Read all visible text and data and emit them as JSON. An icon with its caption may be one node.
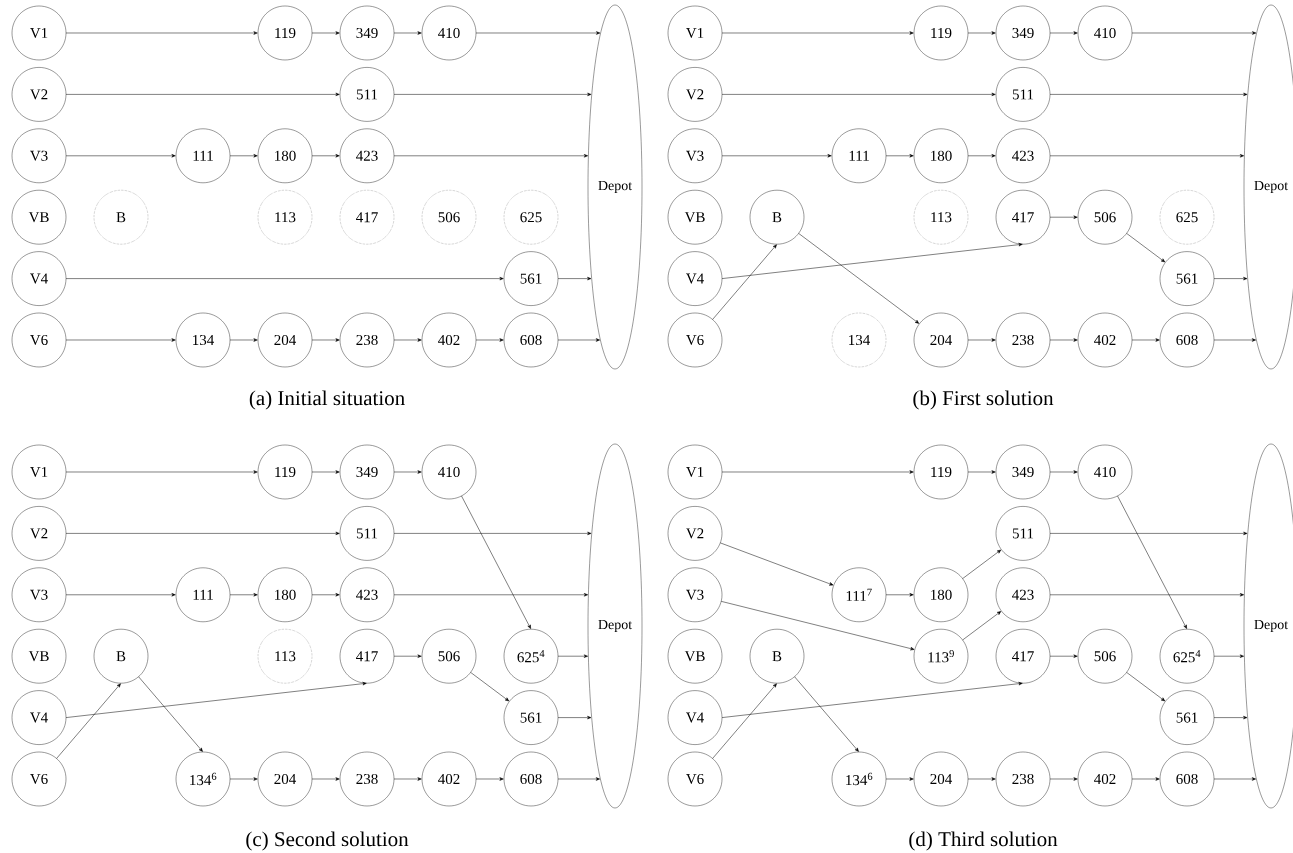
{
  "diagram": {
    "nodes": [
      {
        "text": [
          "V1"
        ]
      },
      {
        "text": [
          "119"
        ]
      },
      {
        "text": [
          "349"
        ]
      },
      {
        "text": [
          "410"
        ]
      },
      {
        "text": [
          "V2"
        ]
      },
      {
        "text": [
          "511"
        ]
      },
      {
        "text": [
          "V3"
        ]
      },
      {
        "text": [
          "111"
        ]
      },
      {
        "text": [
          "180"
        ]
      },
      {
        "text": [
          "423"
        ]
      },
      {
        "text": [
          "VB"
        ]
      },
      {
        "text": [
          "B"
        ]
      },
      {
        "text": [
          "113"
        ]
      },
      {
        "text": [
          "417"
        ]
      },
      {
        "text": [
          "506"
        ]
      },
      {
        "text": [
          "625"
        ]
      },
      {
        "text": [
          "V4"
        ]
      },
      {
        "text": [
          "561"
        ]
      },
      {
        "text": [
          "V6"
        ]
      },
      {
        "text": [
          "134"
        ]
      },
      {
        "text": [
          "204"
        ]
      },
      {
        "text": [
          "238"
        ]
      },
      {
        "text": [
          "402"
        ]
      },
      {
        "text": [
          "608"
        ]
      },
      {
        "text": [
          "Depot"
        ]
      },
      {
        "text": [
          "V1"
        ]
      },
      {
        "text": [
          "119"
        ]
      },
      {
        "text": [
          "349"
        ]
      },
      {
        "text": [
          "410"
        ]
      },
      {
        "text": [
          "V2"
        ]
      },
      {
        "text": [
          "511"
        ]
      },
      {
        "text": [
          "V3"
        ]
      },
      {
        "text": [
          "111"
        ]
      },
      {
        "text": [
          "180"
        ]
      },
      {
        "text": [
          "423"
        ]
      },
      {
        "text": [
          "VB"
        ]
      },
      {
        "text": [
          "B"
        ]
      },
      {
        "text": [
          "113"
        ]
      },
      {
        "text": [
          "417"
        ]
      },
      {
        "text": [
          "506"
        ]
      },
      {
        "text": [
          "625"
        ]
      },
      {
        "text": [
          "V4"
        ]
      },
      {
        "text": [
          "561"
        ]
      },
      {
        "text": [
          "V6"
        ]
      },
      {
        "text": [
          "134"
        ]
      },
      {
        "text": [
          "204"
        ]
      },
      {
        "text": [
          "238"
        ]
      },
      {
        "text": [
          "402"
        ]
      },
      {
        "text": [
          "608"
        ]
      },
      {
        "text": [
          "Depot"
        ]
      },
      {
        "text": [
          "V1"
        ]
      },
      {
        "text": [
          "119"
        ]
      },
      {
        "text": [
          "349"
        ]
      },
      {
        "text": [
          "410"
        ]
      },
      {
        "text": [
          "V2"
        ]
      },
      {
        "text": [
          "511"
        ]
      },
      {
        "text": [
          "V3"
        ]
      },
      {
        "text": [
          "111"
        ]
      },
      {
        "text": [
          "180"
        ]
      },
      {
        "text": [
          "423"
        ]
      },
      {
        "text": [
          "VB"
        ]
      },
      {
        "text": [
          "B"
        ]
      },
      {
        "text": [
          "113"
        ]
      },
      {
        "text": [
          "417"
        ]
      },
      {
        "text": [
          "506"
        ]
      },
      {
        "text": [
          "625$^{4}$"
        ]
      },
      {
        "text": [
          "V4"
        ]
      },
      {
        "text": [
          "561"
        ]
      },
      {
        "text": [
          "V6"
        ]
      },
      {
        "text": [
          "134$^{6}$"
        ]
      },
      {
        "text": [
          "204"
        ]
      },
      {
        "text": [
          "238"
        ]
      },
      {
        "text": [
          "402"
        ]
      },
      {
        "text": [
          "608"
        ]
      },
      {
        "text": [
          "Depot"
        ]
      },
      {
        "text": [
          "V1"
        ]
      },
      {
        "text": [
          "119"
        ]
      },
      {
        "text": [
          "349"
        ]
      },
      {
        "text": [
          "410"
        ]
      },
      {
        "text": [
          "V2"
        ]
      },
      {
        "text": [
          "511"
        ]
      },
      {
        "text": [
          "V3"
        ]
      },
      {
        "text": [
          "111$^{7}$"
        ]
      },
      {
        "text": [
          "180"
        ]
      },
      {
        "text": [
          "423"
        ]
      },
      {
        "text": [
          "VB"
        ]
      },
      {
        "text": [
          "B"
        ]
      },
      {
        "text": [
          "113$^{9}$"
        ]
      },
      {
        "text": [
          "417"
        ]
      },
      {
        "text": [
          "506"
        ]
      },
      {
        "text": [
          "625$^{4}$"
        ]
      },
      {
        "text": [
          "V4"
        ]
      },
      {
        "text": [
          "561"
        ]
      },
      {
        "text": [
          "V6"
        ]
      },
      {
        "text": [
          "134$^{6}$"
        ]
      },
      {
        "text": [
          "204"
        ]
      },
      {
        "text": [
          "238"
        ]
      },
      {
        "text": [
          "402"
        ]
      },
      {
        "text": [
          "608"
        ]
      },
      {
        "text": [
          "Depot"
        ]
      }
    ],
    "edges": [
      {
        "from": 0,
        "to": 1,
        "arrow": "to"
      },
      {
        "from": 1,
        "to": 2,
        "arrow": "to"
      },
      {
        "from": 2,
        "to": 3,
        "arrow": "to"
      },
      {
        "from": 3,
        "to": 24,
        "arrow": "to"
      },
      {
        "from": 4,
        "to": 5,
        "arrow": "to"
      },
      {
        "from": 5,
        "to": 24,
        "arrow": "to"
      },
      {
        "from": 6,
        "to": 7,
        "arrow": "to"
      },
      {
        "from": 7,
        "to": 8,
        "arrow": "to"
      },
      {
        "from": 8,
        "to": 9,
        "arrow": "to"
      },
      {
        "from": 9,
        "to": 24,
        "arrow": "to"
      },
      {
        "from": 16,
        "to": 17,
        "arrow": "to"
      },
      {
        "from": 17,
        "to": 24,
        "arrow": "to"
      },
      {
        "from": 18,
        "to": 19,
        "arrow": "to"
      },
      {
        "from": 19,
        "to": 20,
        "arrow": "to"
      },
      {
        "from": 20,
        "to": 21,
        "arrow": "to"
      },
      {
        "from": 21,
        "to": 22,
        "arrow": "to"
      },
      {
        "from": 22,
        "to": 23,
        "arrow": "to"
      },
      {
        "from": 23,
        "to": 24,
        "arrow": "to"
      },
      {
        "from": 25,
        "to": 26,
        "arrow": "to"
      },
      {
        "from": 26,
        "to": 27,
        "arrow": "to"
      },
      {
        "from": 27,
        "to": 28,
        "arrow": "to"
      },
      {
        "from": 28,
        "to": 49,
        "arrow": "to"
      },
      {
        "from": 29,
        "to": 30,
        "arrow": "to"
      },
      {
        "from": 30,
        "to": 49,
        "arrow": "to"
      },
      {
        "from": 31,
        "to": 32,
        "arrow": "to"
      },
      {
        "from": 32,
        "to": 33,
        "arrow": "to"
      },
      {
        "from": 33,
        "to": 34,
        "arrow": "to"
      },
      {
        "from": 34,
        "to": 49,
        "arrow": "to"
      },
      {
        "from": 41,
        "to": 38,
        "arrow": "to"
      },
      {
        "from": 38,
        "to": 39,
        "arrow": "to"
      },
      {
        "from": 39,
        "to": 42,
        "arrow": "to"
      },
      {
        "from": 42,
        "to": 49,
        "arrow": "to"
      },
      {
        "from": 43,
        "to": 36,
        "arrow": "to"
      },
      {
        "from": 36,
        "to": 45,
        "arrow": "to"
      },
      {
        "from": 45,
        "to": 46,
        "arrow": "to"
      },
      {
        "from": 46,
        "to": 47,
        "arrow": "to"
      },
      {
        "from": 47,
        "to": 48,
        "arrow": "to"
      },
      {
        "from": 48,
        "to": 49,
        "arrow": "to"
      },
      {
        "from": 50,
        "to": 51,
        "arrow": "to"
      },
      {
        "from": 51,
        "to": 52,
        "arrow": "to"
      },
      {
        "from": 52,
        "to": 53,
        "arrow": "to"
      },
      {
        "from": 53,
        "to": 65,
        "arrow": "to"
      },
      {
        "from": 54,
        "to": 55,
        "arrow": "to"
      },
      {
        "from": 55,
        "to": 74,
        "arrow": "to"
      },
      {
        "from": 56,
        "to": 57,
        "arrow": "to"
      },
      {
        "from": 57,
        "to": 58,
        "arrow": "to"
      },
      {
        "from": 58,
        "to": 59,
        "arrow": "to"
      },
      {
        "from": 59,
        "to": 74,
        "arrow": "to"
      },
      {
        "from": 63,
        "to": 64,
        "arrow": "to"
      },
      {
        "from": 64,
        "to": 67,
        "arrow": "to"
      },
      {
        "from": 65,
        "to": 74,
        "arrow": "to"
      },
      {
        "from": 66,
        "to": 63,
        "arrow": "to"
      },
      {
        "from": 67,
        "to": 74,
        "arrow": "to"
      },
      {
        "from": 68,
        "to": 61,
        "arrow": "to"
      },
      {
        "from": 61,
        "to": 69,
        "arrow": "to"
      },
      {
        "from": 69,
        "to": 70,
        "arrow": "to"
      },
      {
        "from": 70,
        "to": 71,
        "arrow": "to"
      },
      {
        "from": 71,
        "to": 72,
        "arrow": "to"
      },
      {
        "from": 72,
        "to": 73,
        "arrow": "to"
      },
      {
        "from": 73,
        "to": 74,
        "arrow": "to"
      },
      {
        "from": 75,
        "to": 76,
        "arrow": "to"
      },
      {
        "from": 76,
        "to": 77,
        "arrow": "to"
      },
      {
        "from": 77,
        "to": 78,
        "arrow": "to"
      },
      {
        "from": 78,
        "to": 90,
        "arrow": "to"
      },
      {
        "from": 79,
        "to": 82,
        "arrow": "to"
      },
      {
        "from": 82,
        "to": 83,
        "arrow": "to"
      },
      {
        "from": 83,
        "to": 80,
        "arrow": "to"
      },
      {
        "from": 80,
        "to": 99,
        "arrow": "to"
      },
      {
        "from": 81,
        "to": 87,
        "arrow": "to"
      },
      {
        "from": 87,
        "to": 84,
        "arrow": "to"
      },
      {
        "from": 84,
        "to": 99,
        "arrow": "to"
      },
      {
        "from": 88,
        "to": 89,
        "arrow": "to"
      },
      {
        "from": 89,
        "to": 92,
        "arrow": "to"
      },
      {
        "from": 90,
        "to": 99,
        "arrow": "to"
      },
      {
        "from": 91,
        "to": 88,
        "arrow": "to"
      },
      {
        "from": 92,
        "to": 99,
        "arrow": "to"
      },
      {
        "from": 93,
        "to": 86,
        "arrow": "to"
      },
      {
        "from": 86,
        "to": 94,
        "arrow": "to"
      },
      {
        "from": 94,
        "to": 95,
        "arrow": "to"
      },
      {
        "from": 95,
        "to": 96,
        "arrow": "to"
      },
      {
        "from": 96,
        "to": 97,
        "arrow": "to"
      },
      {
        "from": 97,
        "to": 98,
        "arrow": "to"
      },
      {
        "from": 98,
        "to": 99,
        "arrow": "to"
      }
    ],
    "labels": [
      "(a) Initial situation",
      "(b) First solution",
      "(c) Second solution",
      "(d) Third solution"
    ]
  }
}
